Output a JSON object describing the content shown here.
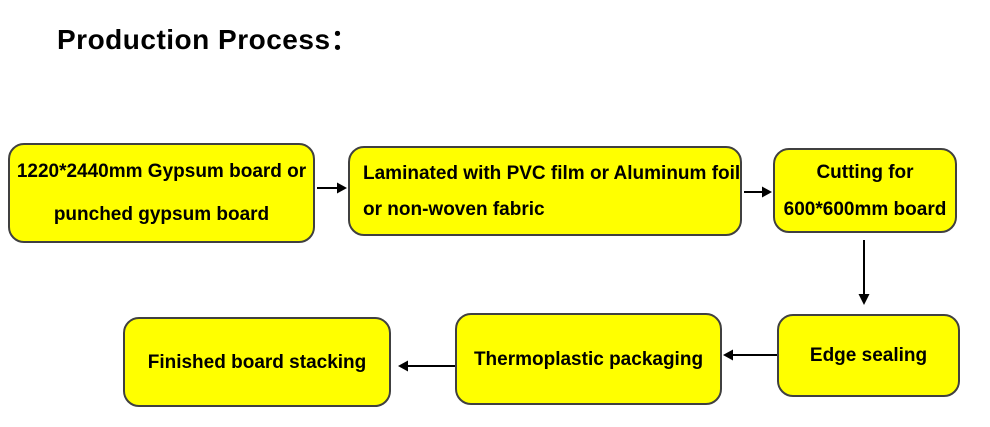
{
  "title": "Production Process：",
  "colors": {
    "box_fill": "#FFFF00",
    "box_border": "#404040",
    "text": "#000000",
    "arrow": "#000000",
    "background": "#FFFFFF"
  },
  "steps": [
    {
      "id": "raw-gypsum-board",
      "lines": [
        "1220*2440mm Gypsum board or",
        "punched gypsum board"
      ]
    },
    {
      "id": "lamination",
      "lines": [
        "Laminated with PVC film or Aluminum foil",
        "or non-woven fabric"
      ]
    },
    {
      "id": "cutting",
      "lines": [
        "Cutting for",
        "600*600mm board"
      ]
    },
    {
      "id": "edge-sealing",
      "lines": [
        "Edge sealing"
      ]
    },
    {
      "id": "thermoplastic-packaging",
      "lines": [
        "Thermoplastic packaging"
      ]
    },
    {
      "id": "finished-board-stacking",
      "lines": [
        "Finished board stacking"
      ]
    }
  ]
}
